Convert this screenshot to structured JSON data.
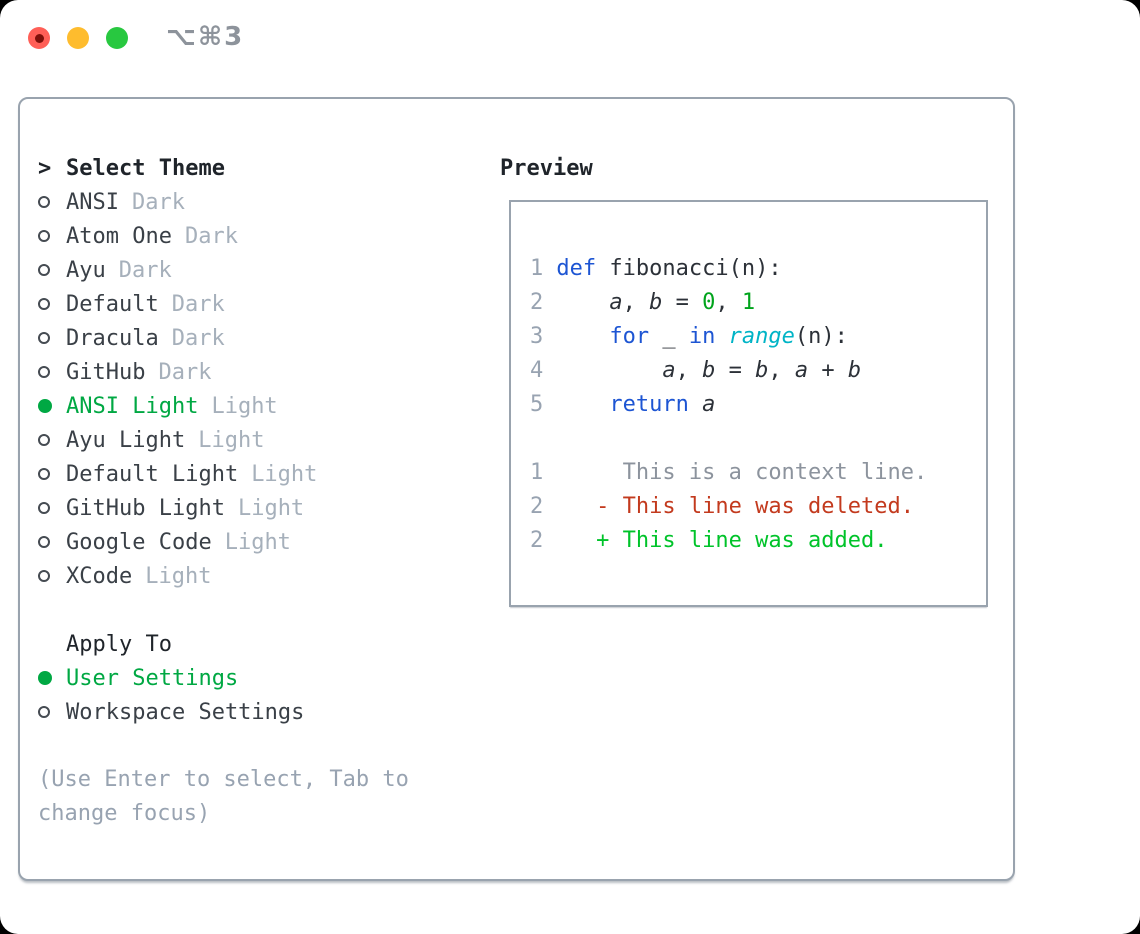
{
  "titlebar": {
    "shortcut": "⌥⌘3"
  },
  "theme_list": {
    "header_marker": ">",
    "header": "Select Theme",
    "items": [
      {
        "name": "ANSI",
        "tag": "Dark",
        "selected": false
      },
      {
        "name": "Atom One",
        "tag": "Dark",
        "selected": false
      },
      {
        "name": "Ayu",
        "tag": "Dark",
        "selected": false
      },
      {
        "name": "Default",
        "tag": "Dark",
        "selected": false
      },
      {
        "name": "Dracula",
        "tag": "Dark",
        "selected": false
      },
      {
        "name": "GitHub",
        "tag": "Dark",
        "selected": false
      },
      {
        "name": "ANSI Light",
        "tag": "Light",
        "selected": true
      },
      {
        "name": "Ayu Light",
        "tag": "Light",
        "selected": false
      },
      {
        "name": "Default Light",
        "tag": "Light",
        "selected": false
      },
      {
        "name": "GitHub Light",
        "tag": "Light",
        "selected": false
      },
      {
        "name": "Google Code",
        "tag": "Light",
        "selected": false
      },
      {
        "name": "XCode",
        "tag": "Light",
        "selected": false
      }
    ]
  },
  "apply_to": {
    "header": "Apply To",
    "options": [
      {
        "label": "User Settings",
        "selected": true
      },
      {
        "label": "Workspace Settings",
        "selected": false
      }
    ]
  },
  "footer_hint": "(Use Enter to select, Tab to change focus)",
  "preview": {
    "label": "Preview",
    "lines": [
      {
        "num": "1",
        "segments": [
          {
            "text": "def",
            "style": "blue"
          },
          {
            "text": " fibonacci(n):",
            "style": "plain"
          }
        ]
      },
      {
        "num": "2",
        "segments": [
          {
            "text": "    ",
            "style": "plain"
          },
          {
            "text": "a",
            "style": "var"
          },
          {
            "text": ", ",
            "style": "plain"
          },
          {
            "text": "b",
            "style": "var"
          },
          {
            "text": " = ",
            "style": "plain"
          },
          {
            "text": "0",
            "style": "green"
          },
          {
            "text": ", ",
            "style": "plain"
          },
          {
            "text": "1",
            "style": "green"
          }
        ]
      },
      {
        "num": "3",
        "segments": [
          {
            "text": "    ",
            "style": "plain"
          },
          {
            "text": "for",
            "style": "blue"
          },
          {
            "text": " _ ",
            "style": "plain"
          },
          {
            "text": "in",
            "style": "blue"
          },
          {
            "text": " ",
            "style": "plain"
          },
          {
            "text": "range",
            "style": "cyan"
          },
          {
            "text": "(n):",
            "style": "plain"
          }
        ]
      },
      {
        "num": "4",
        "segments": [
          {
            "text": "        ",
            "style": "plain"
          },
          {
            "text": "a",
            "style": "var"
          },
          {
            "text": ", ",
            "style": "plain"
          },
          {
            "text": "b",
            "style": "var"
          },
          {
            "text": " = ",
            "style": "plain"
          },
          {
            "text": "b",
            "style": "var"
          },
          {
            "text": ", ",
            "style": "plain"
          },
          {
            "text": "a",
            "style": "var"
          },
          {
            "text": " + ",
            "style": "plain"
          },
          {
            "text": "b",
            "style": "var"
          }
        ]
      },
      {
        "num": "5",
        "segments": [
          {
            "text": "    ",
            "style": "plain"
          },
          {
            "text": "return",
            "style": "blue"
          },
          {
            "text": " ",
            "style": "plain"
          },
          {
            "text": "a",
            "style": "var"
          }
        ]
      },
      {
        "num": "",
        "segments": []
      },
      {
        "num": "1",
        "segments": [
          {
            "text": "     This is a context line.",
            "style": "ctx"
          }
        ]
      },
      {
        "num": "2",
        "segments": [
          {
            "text": "   - This line was deleted.",
            "style": "del"
          }
        ]
      },
      {
        "num": "2",
        "segments": [
          {
            "text": "   + This line was added.",
            "style": "add"
          }
        ]
      }
    ]
  },
  "colors": {
    "traffic_red": "#ff5f57",
    "traffic_red_dot": "#7e100a",
    "traffic_yellow": "#febc2e",
    "traffic_green": "#28c840",
    "shortcut_gray": "#8d939b",
    "panel_border": "#99a3ae",
    "header_dark": "#1f242a",
    "item_dark": "#3a4047",
    "tag_gray": "#a6b0bb",
    "hint_gray": "#98a3b1",
    "selected_green": "#00a843",
    "code_fg": "#2c3138",
    "lineno_gray": "#98a3b1",
    "keyword_blue": "#1d55d3",
    "cyan": "#00b4c6",
    "number_green": "#00a41c",
    "context_gray": "#8c939d",
    "deleted_red": "#c33a1e",
    "added_green": "#00c32a"
  }
}
